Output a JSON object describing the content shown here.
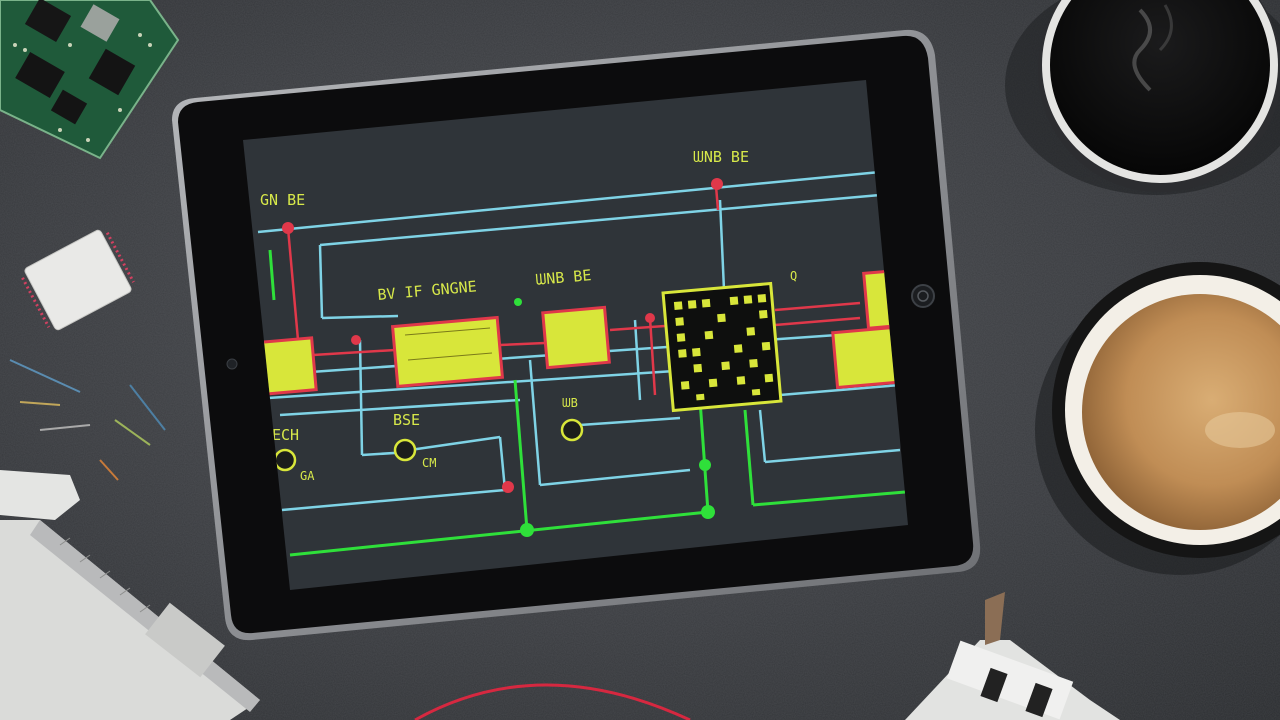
{
  "scene": {
    "description_free": true,
    "colors": {
      "desk": "#3c3e42",
      "tablet_bezel": "#0c0c0d",
      "tablet_frame": "#9a9ca0",
      "screen_bg": "#2f3439",
      "wire_cyan": "#7fd3e6",
      "wire_red": "#e0384a",
      "wire_green": "#2fe03a",
      "component_fill": "#d8e63a",
      "component_border": "#e0384a",
      "label_yellow": "#d7e84a",
      "coffee": "#c89a62"
    },
    "icons": [
      "camera-dot-icon",
      "home-button-icon"
    ]
  },
  "schematic": {
    "labels": {
      "top_right": "ᗯNB BE",
      "top_left": "GN BE",
      "mid_left": "BV IF GNGNE",
      "mid_center": "ᗯNB BE",
      "low_left": "ECH",
      "low_left2": "GA",
      "low_mid": "BSE",
      "low_mid2": "CM",
      "low_center": "ᗯB",
      "low_center2": "Q"
    }
  }
}
